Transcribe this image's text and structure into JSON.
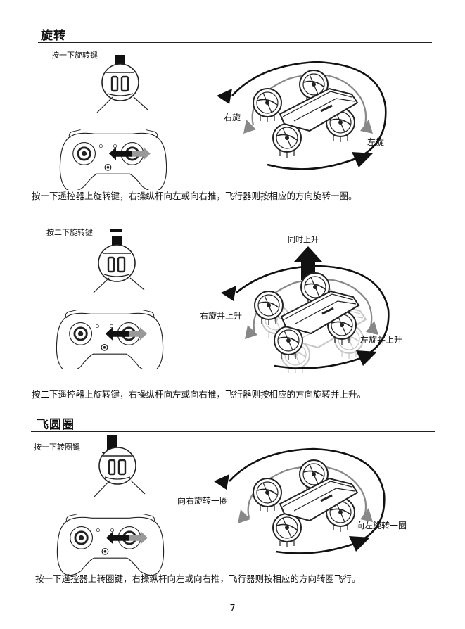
{
  "section1": {
    "title": "旋转",
    "button_label": "按一下旋转键",
    "left_turn_label": "右旋",
    "right_turn_label": "左旋",
    "caption": "按一下遥控器上旋转键，右操纵杆向左或向右推，飞行器则按相应的方向旋转一圈。"
  },
  "section2": {
    "button_label": "按二下旋转键",
    "up_label": "同时上升",
    "left_turn_label": "右旋并上升",
    "right_turn_label": "左旋并上升",
    "caption": "按二下遥控器上旋转键，右操纵杆向左或向右推，飞行器则按相应的方向旋转并上升。"
  },
  "section3": {
    "title": "飞圆圈",
    "button_label": "按一下转圈键",
    "left_circle_label": "向右旋转一圈",
    "right_circle_label": "向左旋转一圈",
    "caption": "按一下遥控器上转圈键，右操纵杆向左或向右推，飞行器则按相应的方向转圈飞行。"
  },
  "footer": {
    "page_number": "–7–"
  }
}
